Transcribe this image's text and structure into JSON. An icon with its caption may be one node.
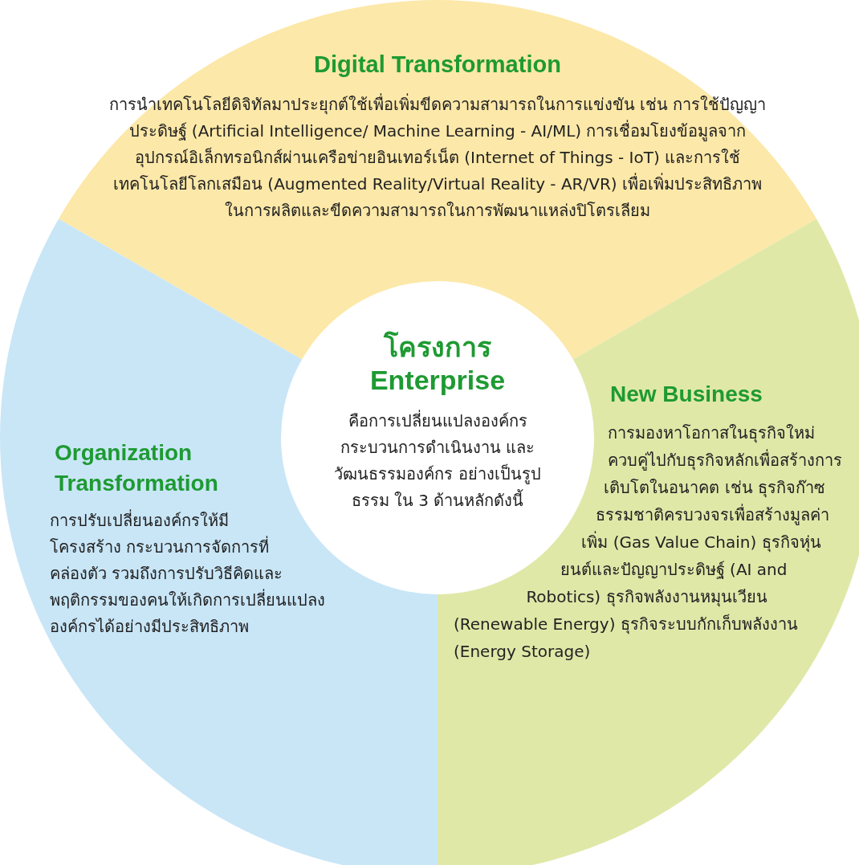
{
  "diagram": {
    "nodes": [
      {
        "text": [
          "Digital Transformation",
          "การนำเทคโนโลยีดิจิทัลมาประยุกต์ใช้เพื่อเพิ่มขีดความสามารถในการแข่งขัน เช่น การใช้ปัญญาประดิษฐ์ (Artificial Intelligence/ Machine Learning - AI/ML) การเชื่อมโยงข้อมูลจากอุปกรณ์อิเล็กทรอนิกส์ผ่านเครือข่ายอินเทอร์เน็ต (Internet of Things - IoT) และการใช้เทคโนโลยีโลกเสมือน (Augmented Reality/Virtual Reality - AR/VR) เพื่อเพิ่มประสิทธิภาพในการผลิตและขีดความสามารถในการพัฒนาแหล่งปิโตรเลียม"
        ]
      },
      {
        "text": [
          "โครงการ Enterprise",
          "คือการเปลี่ยนแปลงองค์กร กระบวนการดำเนินงาน และวัฒนธรรมองค์กร อย่างเป็นรูปธรรม ใน 3 ด้านหลักดังนี้"
        ]
      },
      {
        "text": [
          "Organization Transformation",
          "การปรับเปลี่ยนองค์กรให้มีโครงสร้าง กระบวนการจัดการที่คล่องตัว รวมถึงการปรับวิธีคิดและพฤติกรรมของคนให้เกิดการเปลี่ยนแปลงองค์กรได้อย่างมีประสิทธิภาพ"
        ]
      },
      {
        "text": [
          "New Business",
          "การมองหาโอกาสในธุรกิจใหม่ควบคู่ไปกับธุรกิจหลักเพื่อสร้างการเติบโตในอนาคต เช่น ธุรกิจก๊าซธรรมชาติครบวงจรเพื่อสร้างมูลค่าเพิ่ม (Gas Value Chain) ธุรกิจหุ่นยนต์และปัญญาประดิษฐ์ (AI and Robotics) ธุรกิจพลังงานหมุนเวียน (Renewable Energy) ธุรกิจระบบกักเก็บพลังงาน (Energy Storage)"
        ]
      }
    ]
  }
}
